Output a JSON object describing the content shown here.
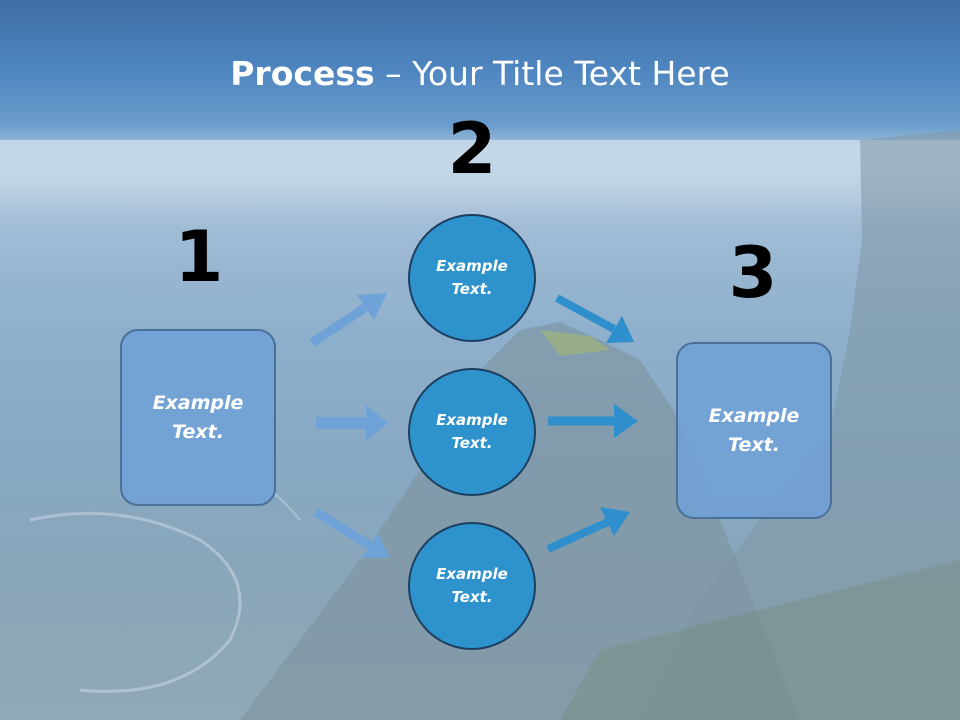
{
  "title": {
    "bold": "Process",
    "rest": " – Your Title Text Here"
  },
  "steps": {
    "one": "1",
    "two": "2",
    "three": "3"
  },
  "left_box": {
    "text": "Example\nText."
  },
  "circles": [
    {
      "text": "Example\nText."
    },
    {
      "text": "Example\nText."
    },
    {
      "text": "Example\nText."
    }
  ],
  "right_box": {
    "text": "Example\nText."
  },
  "colors": {
    "circle_fill": "#2e93cc",
    "box_fill": "#70a0d6",
    "arrow_light": "#6fa3d8",
    "arrow_dark": "#2e8fcc"
  }
}
